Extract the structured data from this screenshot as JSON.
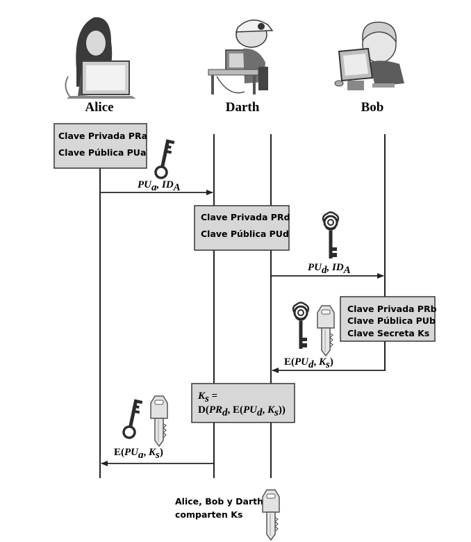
{
  "actors": {
    "alice": "Alice",
    "darth": "Darth",
    "bob": "Bob"
  },
  "alice_box": {
    "line1": "Clave Privada PRa",
    "line2": "Clave Pública PUa"
  },
  "darth_box": {
    "line1": "Clave Privada PRd",
    "line2": "Clave Pública PUd"
  },
  "bob_box": {
    "line1": "Clave Privada PRb",
    "line2": "Clave Pública PUb",
    "line3": "Clave Secreta Ks"
  },
  "messages": {
    "m1": {
      "prefix": "PU",
      "sub1": "a",
      "sep": ", ID",
      "sub2": "A"
    },
    "m2": {
      "prefix": "PU",
      "sub1": "d",
      "sep": ", ID",
      "sub2": "A"
    },
    "m3": {
      "e": "E(",
      "pu": "PU",
      "sub": "d",
      "sep": ", ",
      "k": "K",
      "ksub": "s",
      "close": ")"
    },
    "m4": {
      "e": "E(",
      "pu": "PU",
      "sub": "a",
      "sep": ", ",
      "k": "K",
      "ksub": "s",
      "close": ")"
    }
  },
  "darth_compute": {
    "line1_k": "K",
    "line1_sub": "s",
    "line1_eq": " =",
    "line2_d": "D(",
    "line2_pr": "PR",
    "line2_prsub": "d",
    "line2_e": ", E(",
    "line2_pu": "PU",
    "line2_pusub": "d",
    "line2_sep": ", ",
    "line2_k": "K",
    "line2_ksub": "s",
    "line2_close": "))"
  },
  "final_note": {
    "line1": "Alice, Bob y Darth",
    "line2": "comparten Ks"
  },
  "colors": {
    "box_fill": "#d7d7d7",
    "line": "#222222",
    "key_dark": "#2b2b2b",
    "key_light": "#e2e2e2"
  },
  "icons": [
    "alice-figure-icon",
    "darth-figure-icon",
    "bob-figure-icon",
    "plain-key-icon",
    "ornate-key-icon",
    "silver-key-icon"
  ]
}
